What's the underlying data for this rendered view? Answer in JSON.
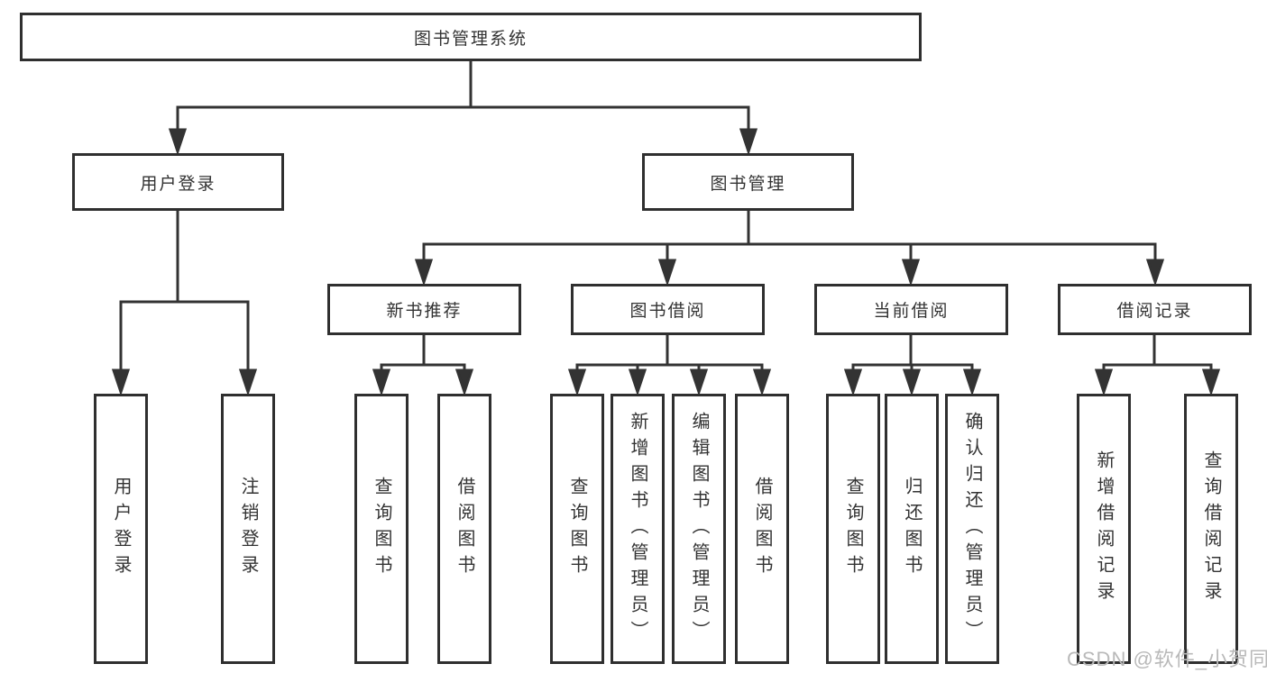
{
  "diagram": {
    "title": "图书管理系统",
    "root": {
      "label": "图书管理系统"
    },
    "level2": [
      {
        "label": "用户登录"
      },
      {
        "label": "图书管理"
      }
    ],
    "level3": [
      {
        "label": "新书推荐"
      },
      {
        "label": "图书借阅"
      },
      {
        "label": "当前借阅"
      },
      {
        "label": "借阅记录"
      }
    ],
    "leaves": {
      "user_login": [
        {
          "label": "用户登录"
        },
        {
          "label": "注销登录"
        }
      ],
      "new_books": [
        {
          "label": "查询图书"
        },
        {
          "label": "借阅图书"
        }
      ],
      "book_borrow": [
        {
          "label": "查询图书"
        },
        {
          "label": "新增图书（管理员）"
        },
        {
          "label": "编辑图书（管理员）"
        },
        {
          "label": "借阅图书"
        }
      ],
      "current_borrow": [
        {
          "label": "查询图书"
        },
        {
          "label": "归还图书"
        },
        {
          "label": "确认归还（管理员）"
        }
      ],
      "borrow_records": [
        {
          "label": "新增借阅记录"
        },
        {
          "label": "查询借阅记录"
        }
      ]
    }
  },
  "watermark": {
    "text": "CSDN @软件_小贺同学"
  },
  "colors": {
    "line": "#333333",
    "box_border": "#2f2f2f",
    "background": "#ffffff",
    "watermark": "#b9b9b9"
  }
}
